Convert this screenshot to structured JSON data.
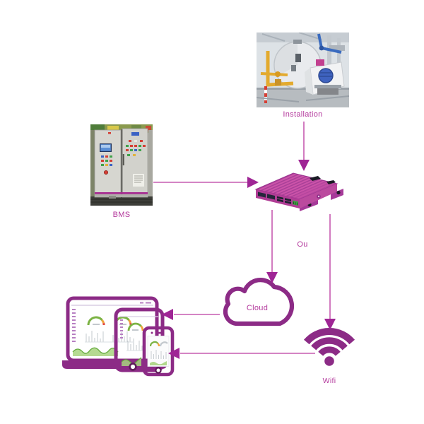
{
  "diagram": {
    "nodes": {
      "installation": {
        "label": "Installation",
        "type": "photo"
      },
      "bms": {
        "label": "BMS",
        "type": "photo"
      },
      "gateway": {
        "type": "iot-gateway-device"
      },
      "cloud": {
        "label": "Cloud"
      },
      "wifi": {
        "label": "Wifi"
      },
      "devices": {
        "type": "laptop-tablet-smartphone dashboards"
      }
    },
    "or_label": "Ou",
    "connections": [
      {
        "from": "bms",
        "to": "gateway"
      },
      {
        "from": "installation",
        "to": "gateway"
      },
      {
        "from": "gateway",
        "to": "cloud"
      },
      {
        "from": "gateway",
        "to": "wifi"
      },
      {
        "from": "cloud",
        "to": "devices"
      },
      {
        "from": "wifi",
        "to": "devices"
      }
    ]
  },
  "colors": {
    "primary": "#8c2b86",
    "line": "#c65bb0",
    "arrowhead": "#9f2595",
    "label": "#b43a9d",
    "gateway-top": "#cc53a9",
    "gateway-front": "#b03d95",
    "gauge-green": "#7cb344",
    "gauge-amber": "#f0a33c",
    "gauge-red": "#e2483d",
    "chart-green": "#63a93c"
  }
}
